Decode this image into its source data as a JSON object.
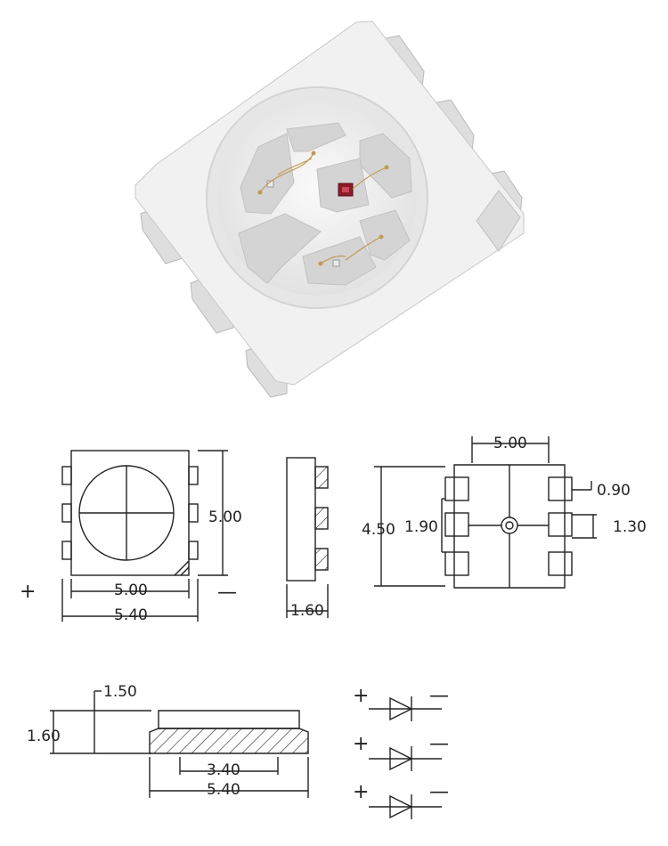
{
  "colors": {
    "package_top": "#f1f1f1",
    "package_side": "#dcdcdc",
    "package_edge": "#bdbdbd",
    "lens_ring": "#e4e4e4",
    "lens_floor": "#f4f4f4",
    "pad": "#d6d6d6",
    "chip_red": "#8e1b2a",
    "bond_wire": "#c29a55",
    "line": "#222222"
  },
  "top_view": {
    "height_label": "5.00",
    "width_inner_label": "5.00",
    "width_outer_label": "5.40",
    "plus_symbol": "+",
    "minus_symbol": "—"
  },
  "side_view": {
    "thickness_label": "1.60"
  },
  "footprint": {
    "pitch_label": "5.00",
    "height_label": "4.50",
    "pad_gap_label": "1.90",
    "pad_width_label": "0.90",
    "pad_height_label": "1.30"
  },
  "front_section": {
    "body_label": "1.50",
    "total_label": "1.60",
    "inner_label": "3.40",
    "outer_label": "5.40"
  },
  "schematic": {
    "plus_symbol": "+",
    "minus_symbol": "—",
    "diodes": [
      "led-1",
      "led-2",
      "led-3"
    ]
  }
}
